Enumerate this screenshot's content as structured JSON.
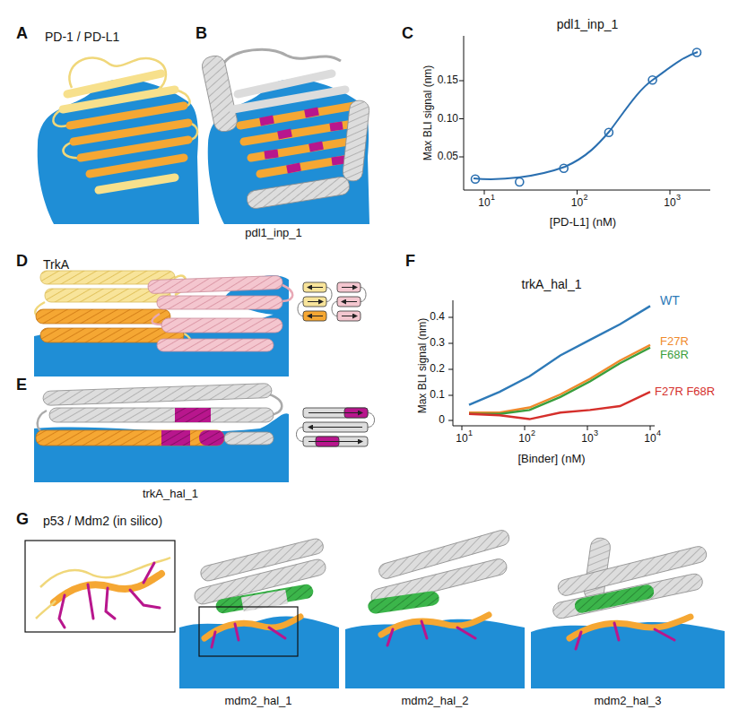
{
  "diagram": {
    "labels": [
      "A",
      "PD-1 / PD-L1",
      "B",
      "pdl1_inp_1",
      "C",
      "pdl1_inp_1",
      "Max BLI signal (nm)",
      "0.15",
      "0.10",
      "0.05",
      "10",
      "1",
      "10",
      "2",
      "10",
      "3",
      "[PD-L1] (nM)",
      "D",
      "TrkA",
      "E",
      "trkA_hal_1",
      "F",
      "trkA_hal_1",
      "Max BLI signal (nm)",
      "0.4",
      "0.3",
      "0.2",
      "0.1",
      "0",
      "10",
      "1",
      "10",
      "2",
      "10",
      "3",
      "10",
      "4",
      "[Binder] (nM)",
      "WT",
      "F27R",
      "F68R",
      "F27R F68R",
      "G",
      "p53 / Mdm2 (in silico)",
      "mdm2_hal_1",
      "mdm2_hal_2",
      "mdm2_hal_3"
    ]
  }
}
